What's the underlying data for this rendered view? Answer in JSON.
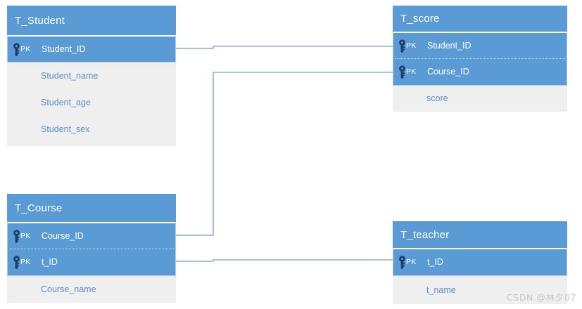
{
  "diagram": {
    "type": "entity-relationship-diagram",
    "accent_color": "#5B9BD5",
    "attribute_bg_color": "#EFEFEF",
    "key_icon_color": "#1F3F6B",
    "connector_color": "#4A86C8",
    "attribute_text_color": "#5B8FC9",
    "pk_badge": "PK",
    "key_icon_name": "primary-key-icon"
  },
  "entities": {
    "student": {
      "title": "T_Student",
      "keys": [
        {
          "badge": "PK",
          "name": "Student_ID"
        }
      ],
      "attributes": [
        {
          "name": "Student_name"
        },
        {
          "name": "Student_age"
        },
        {
          "name": "Student_sex"
        }
      ]
    },
    "score": {
      "title": "T_score",
      "keys": [
        {
          "badge": "PK",
          "name": "Student_ID"
        },
        {
          "badge": "PK",
          "name": "Course_ID"
        }
      ],
      "attributes": [
        {
          "name": "score"
        }
      ]
    },
    "course": {
      "title": "T_Course",
      "keys": [
        {
          "badge": "PK",
          "name": "Course_ID"
        },
        {
          "badge": "PK",
          "name": "t_ID"
        }
      ],
      "attributes": [
        {
          "name": "Course_name"
        }
      ]
    },
    "teacher": {
      "title": "T_teacher",
      "keys": [
        {
          "badge": "PK",
          "name": "t_ID"
        }
      ],
      "attributes": [
        {
          "name": "t_name"
        }
      ]
    }
  },
  "relationships": [
    {
      "name": "student-to-score",
      "from": "T_Student.Student_ID",
      "to": "T_score.Student_ID"
    },
    {
      "name": "course-to-score",
      "from": "T_Course.Course_ID",
      "to": "T_score.Course_ID"
    },
    {
      "name": "course-to-teacher",
      "from": "T_Course.t_ID",
      "to": "T_teacher.t_ID"
    }
  ],
  "watermark": {
    "text": "CSDN @林夕07"
  }
}
